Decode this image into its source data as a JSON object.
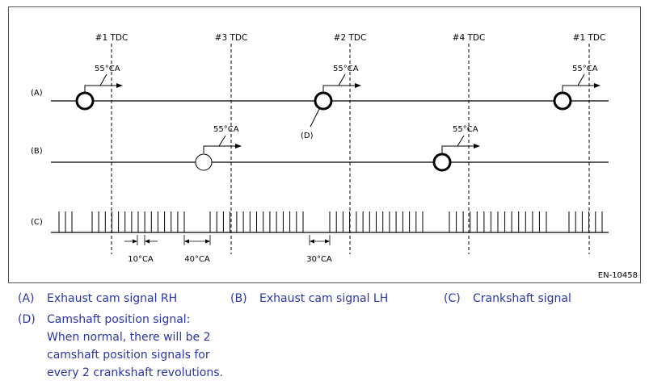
{
  "diagram": {
    "tdc_labels": [
      "#1 TDC",
      "#3 TDC",
      "#2 TDC",
      "#4 TDC",
      "#1 TDC"
    ],
    "row_labels": [
      "(A)",
      "(B)",
      "(C)"
    ],
    "angle_label": "55°CA",
    "callout_label": "(D)",
    "dims": [
      "10°CA",
      "40°CA",
      "30°CA"
    ],
    "figure_id": "EN-10458"
  },
  "legend": {
    "a_key": "(A)",
    "a_text": "Exhaust cam signal RH",
    "b_key": "(B)",
    "b_text": "Exhaust cam signal LH",
    "c_key": "(C)",
    "c_text": "Crankshaft signal",
    "d_key": "(D)",
    "d_lines": [
      "Camshaft position signal:",
      "When normal, there will be 2",
      "camshaft position signals for",
      "every 2 crankshaft revolutions."
    ]
  }
}
